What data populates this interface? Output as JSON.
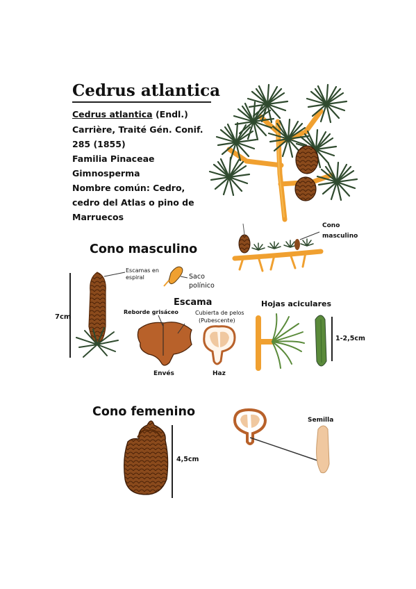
{
  "header": {
    "title": "Cedrus atlantica",
    "name_line": "Cedrus atlantica",
    "author": "(Endl.)",
    "publication": "Carrière, Traité Gén. Conif.",
    "page_year": "285 (1855)",
    "family": "Familia Pinaceae",
    "group": "Gimnosperma",
    "common_name_1": "Nombre común: Cedro,",
    "common_name_2": "cedro del Atlas o pino de",
    "common_name_3": "Marruecos"
  },
  "male_cone": {
    "heading": "Cono masculino",
    "spiral_label_1": "Escamas en",
    "spiral_label_2": "espiral",
    "pollen_label_1": "Saco",
    "pollen_label_2": "polínico",
    "size": "7cm",
    "branch_label_1": "Cono",
    "branch_label_2": "masculino"
  },
  "scale": {
    "heading": "Escama",
    "rim_label": "Reborde grisáceo",
    "hair_label_1": "Cubierta de pelos",
    "hair_label_2": "(Pubescente)",
    "back_label": "Envés",
    "front_label": "Haz"
  },
  "leaves": {
    "heading": "Hojas aciculares",
    "size": "1-2,5cm"
  },
  "female_cone": {
    "heading": "Cono femenino",
    "size": "4,5cm",
    "seed_label": "Semilla"
  },
  "colors": {
    "branch": "#f0a030",
    "cone_brown": "#8a4a1c",
    "scale_brown": "#b8612a",
    "needle_green": "#2f4a2e",
    "leaf_green": "#5a8a3a",
    "seed": "#f0c8a0"
  }
}
